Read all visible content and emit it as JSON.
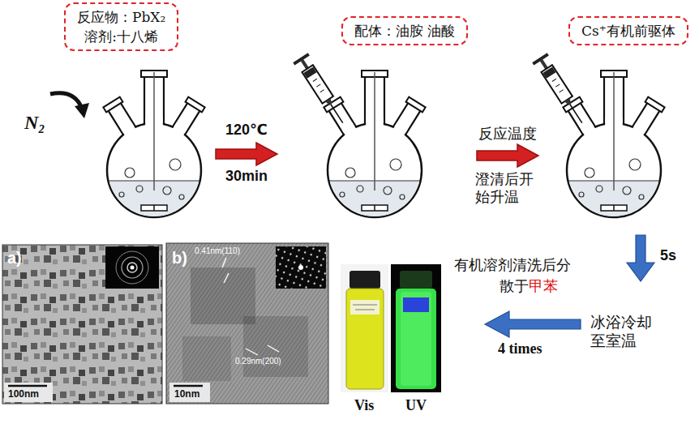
{
  "diagram": {
    "nodes": [
      {
        "text": [
          "反应物：PbX₂",
          "溶剂:十八烯"
        ]
      },
      {
        "text": [
          "配体：油胺 油酸"
        ]
      },
      {
        "text": [
          "Cs⁺有机前驱体"
        ]
      }
    ],
    "labels": [
      "N₂",
      "120℃",
      "30min",
      "反应温度",
      "澄清后开 始升温",
      "5s",
      "冰浴冷却 至室温",
      "有机溶剂清洗后分",
      "散于",
      "甲苯",
      "4 times",
      "a)",
      "b)",
      "0.41nm(110)",
      "0.29nm(200)",
      "100nm",
      "10nm",
      "Vis",
      "UV"
    ]
  }
}
